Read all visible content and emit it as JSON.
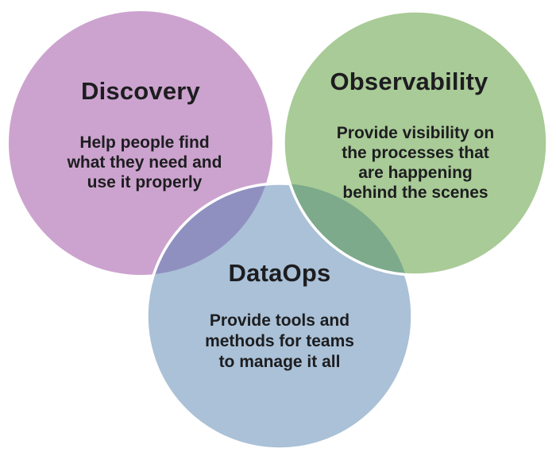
{
  "diagram": {
    "background": "#ffffff",
    "text_color": "#1d1d20",
    "outline_color": "#ffffff",
    "circles": [
      {
        "id": "discovery",
        "label": "Discovery",
        "color": "#cca3ce",
        "description_lines": [
          "Help people find",
          "what they need and",
          "use it properly"
        ]
      },
      {
        "id": "observability",
        "label": "Observability",
        "color": "#a9cb97",
        "description_lines": [
          "Provide visibility on",
          "the processes that",
          "are happening",
          "behind the scenes"
        ]
      },
      {
        "id": "dataops",
        "label": "DataOps",
        "color": "#aac1d7",
        "description_lines": [
          "Provide tools and",
          "methods for teams",
          "to manage it all"
        ]
      }
    ],
    "overlaps": {
      "discovery_dataops": "#8f90c0",
      "observability_dataops": "#7caa8b"
    }
  }
}
